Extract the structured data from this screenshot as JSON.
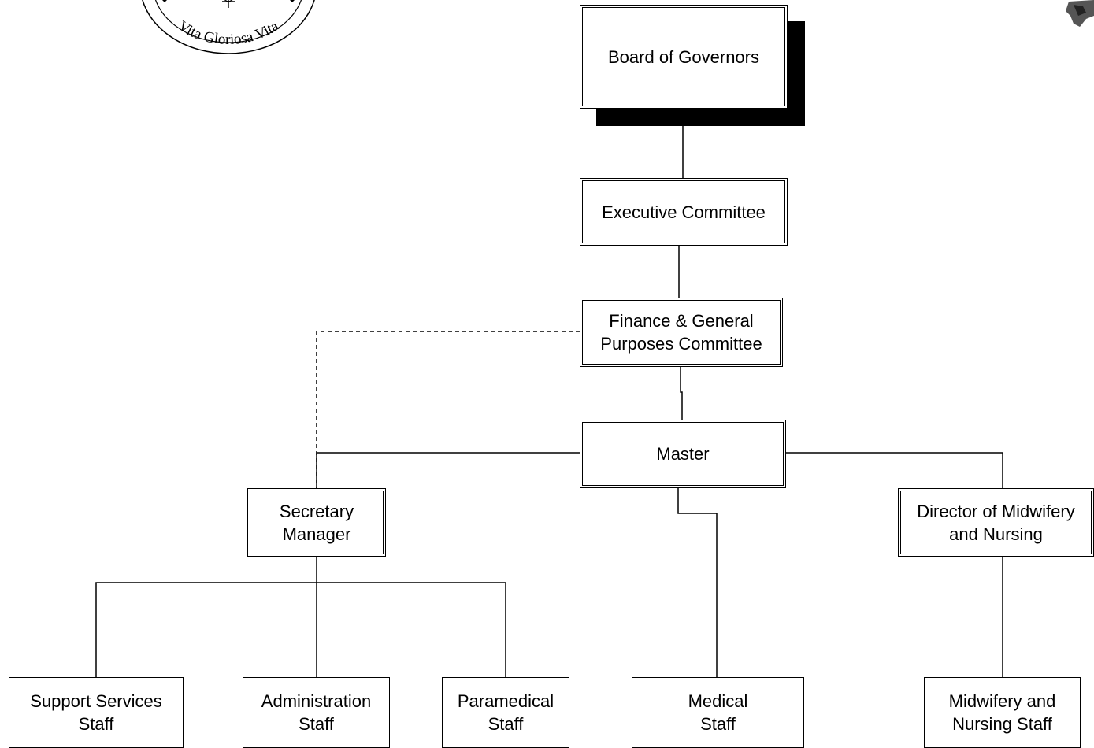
{
  "logo": {
    "motto": "Vita Gloriosa Vita"
  },
  "nodes": {
    "board": "Board of Governors",
    "executive": "Executive Committee",
    "finance": "Finance & General\nPurposes Committee",
    "master": "Master",
    "secretary": "Secretary\nManager",
    "director": "Director of Midwifery\nand Nursing",
    "support": "Support Services\nStaff",
    "administration": "Administration\nStaff",
    "paramedical": "Paramedical\nStaff",
    "medical": "Medical\nStaff",
    "midwifery": "Midwifery and\nNursing Staff"
  }
}
